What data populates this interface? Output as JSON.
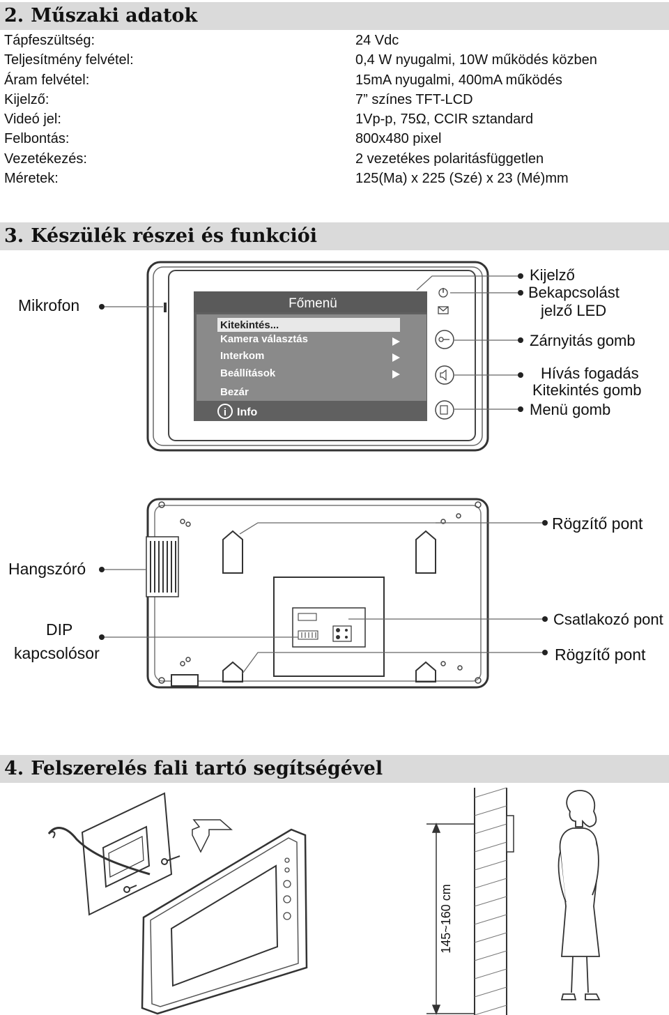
{
  "sections": {
    "specs": {
      "num": "2.",
      "title": "Műszaki adatok"
    },
    "parts": {
      "num": "3.",
      "title": "Készülék részei és funkciói"
    },
    "mount": {
      "num": "4.",
      "title": "Felszerelés fali tartó segítségével"
    }
  },
  "specs": [
    {
      "label": "Tápfeszültség:",
      "value": "24 Vdc"
    },
    {
      "label": "Teljesítmény felvétel:",
      "value": "0,4 W nyugalmi, 10W működés közben"
    },
    {
      "label": "Áram felvétel:",
      "value": "15mA nyugalmi, 400mA működés"
    },
    {
      "label": "Kijelző:",
      "value": "7” színes TFT-LCD"
    },
    {
      "label": "Videó jel:",
      "value": "1Vp-p, 75Ω, CCIR sztandard"
    },
    {
      "label": "Felbontás:",
      "value": "800x480 pixel"
    },
    {
      "label": "Vezetékezés:",
      "value": "2 vezetékes polaritásfüggetlen"
    },
    {
      "label": "Méretek:",
      "value": "125(Ma) x 225 (Szé) x 23 (Mé)mm"
    }
  ],
  "front": {
    "callouts": {
      "mikrofon": "Mikrofon",
      "kijelzo": "Kijelző",
      "led_line1": "Bekapcsolást",
      "led_line2": "jelző LED",
      "zarnyitas": "Zárnyitás gomb",
      "hivas_line1": "Hívás fogadás",
      "hivas_line2": "Kitekintés gomb",
      "menu": "Menü gomb"
    },
    "screen_menu": {
      "title": "Főmenü",
      "items": [
        {
          "label": "Kitekintés...",
          "arrow": false,
          "selected": true
        },
        {
          "label": "Kamera választás",
          "arrow": true,
          "selected": false
        },
        {
          "label": "Interkom",
          "arrow": true,
          "selected": false
        },
        {
          "label": "Beállítások",
          "arrow": true,
          "selected": false
        },
        {
          "label": "Bezár",
          "arrow": false,
          "selected": false
        }
      ],
      "info_icon": "i",
      "info_label": "Info"
    }
  },
  "back": {
    "callouts": {
      "rogzito_top": "Rögzítő pont",
      "hangszoro": "Hangszóró",
      "dip_line1": "DIP",
      "dip_line2": "kapcsolósor",
      "csatlakozo": "Csatlakozó pont",
      "rogzito_bottom": "Rögzítő pont"
    }
  },
  "install": {
    "height_label": "145~160 cm"
  },
  "icons": {
    "power": "power-icon",
    "message": "envelope-icon",
    "unlock": "key-icon",
    "talk": "speaker-icon",
    "menu": "menu-icon"
  }
}
